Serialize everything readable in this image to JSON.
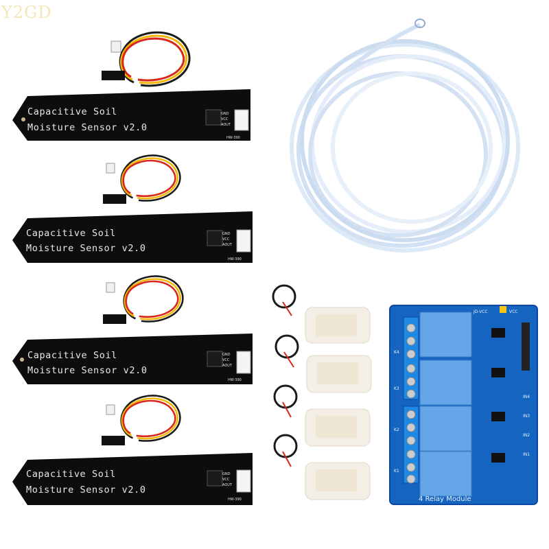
{
  "watermark": "Y2GD",
  "sensors": [
    {
      "line1": "Capacitive  Soil",
      "line2": "Moisture Sensor v2.0"
    },
    {
      "line1": "Capacitive  Soil",
      "line2": "Moisture Sensor v2.0"
    },
    {
      "line1": "Capacitive  Soil",
      "line2": "Moisture Sensor v2.0"
    },
    {
      "line1": "Capacitive  Soil",
      "line2": "Moisture Sensor v2.0"
    }
  ],
  "sensor_silkscreen": {
    "gnd": "GND",
    "vcc": "VCC",
    "aout": "AOUT",
    "model": "HW-390"
  },
  "relay_module": {
    "title": "4 Relay Module",
    "jd_vcc": "JD-VCC",
    "vcc": "VCC",
    "inputs": [
      "IN1",
      "IN2",
      "IN3",
      "IN4"
    ],
    "channels": [
      "K1",
      "K2",
      "K3",
      "K4"
    ]
  },
  "colors": {
    "sensor_board": "#0d0d0d",
    "relay_board": "#1565c0",
    "relay_block": "#64a5e8",
    "tubing": "#dbe8f7",
    "wire_red": "#d7261b",
    "wire_yellow": "#f2b705",
    "wire_black": "#1a1a1a"
  }
}
